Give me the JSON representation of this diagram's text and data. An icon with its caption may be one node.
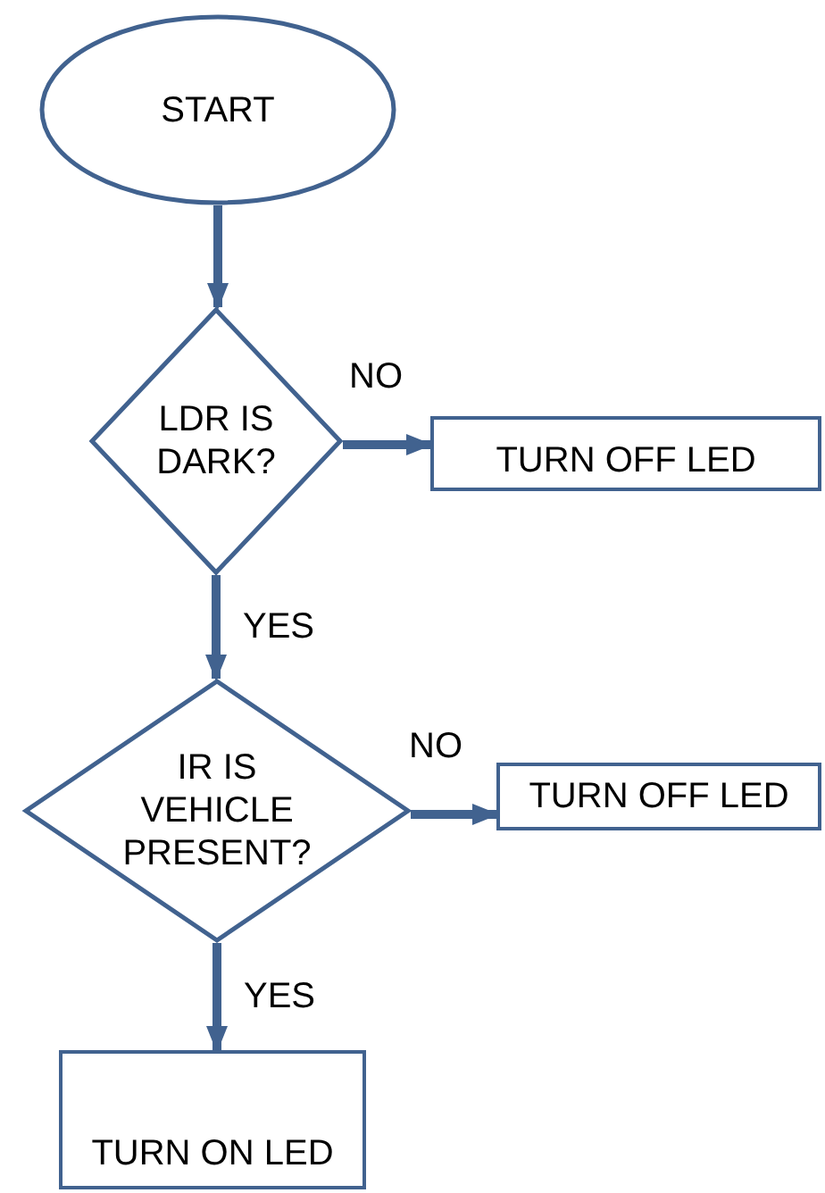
{
  "diagram": {
    "nodes": [
      {
        "text": [
          "START"
        ]
      },
      {
        "text": [
          "LDR IS DARK?"
        ]
      },
      {
        "text": [
          "TURN OFF LED"
        ]
      },
      {
        "text": [
          "IR IS VEHICLE PRESENT?"
        ]
      },
      {
        "text": [
          "TURN OFF LED"
        ]
      },
      {
        "text": [
          "TURN ON LED"
        ]
      }
    ],
    "edges": [
      {
        "from": 0,
        "to": 1,
        "arrow": "to"
      },
      {
        "from": 1,
        "to": 2,
        "arrow": "to",
        "label": "NO"
      },
      {
        "from": 1,
        "to": 3,
        "arrow": "to",
        "label": "YES"
      },
      {
        "from": 3,
        "to": 4,
        "arrow": "to",
        "label": "NO"
      },
      {
        "from": 3,
        "to": 5,
        "arrow": "to",
        "label": "YES"
      }
    ]
  }
}
